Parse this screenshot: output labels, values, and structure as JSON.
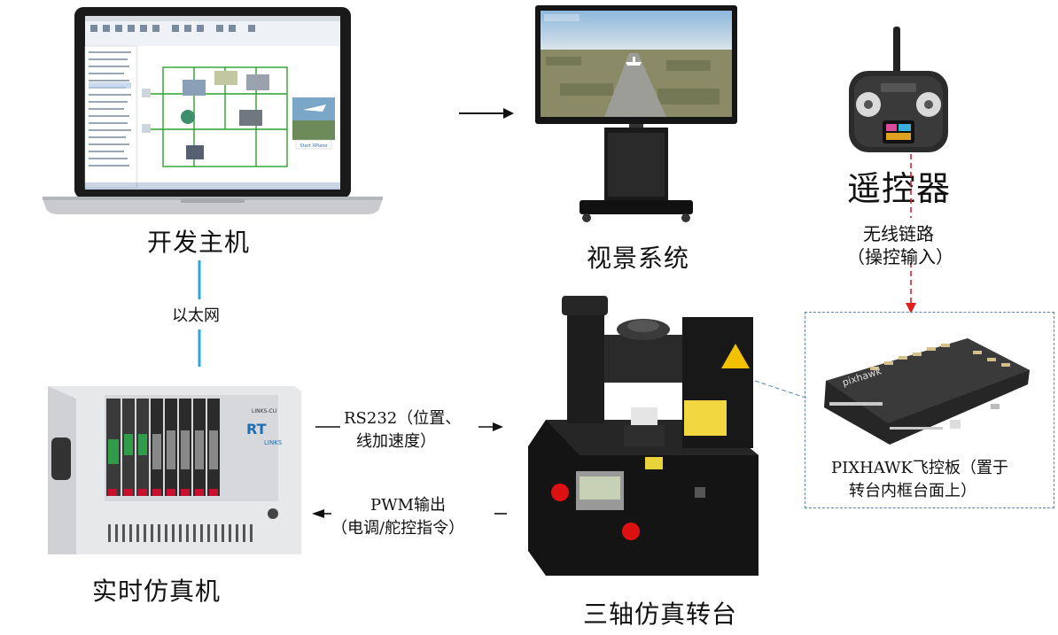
{
  "nodes": {
    "dev_host": {
      "label": "开发主机"
    },
    "visual_system": {
      "label": "视景系统"
    },
    "remote_controller": {
      "label": "遥控器"
    },
    "realtime_sim": {
      "label": "实时仿真机",
      "panel_brand": "LINKS",
      "panel_model": "LINKS-CU"
    },
    "turntable": {
      "label": "三轴仿真转台"
    },
    "pixhawk": {
      "label_line1": "PIXHAWK飞控板（置于",
      "label_line2": "转台内框台面上）",
      "board_text": "pixhawk"
    }
  },
  "links": {
    "ethernet": {
      "label": "以太网"
    },
    "wireless": {
      "label_line1": "无线链路",
      "label_line2": "（操控输入）"
    },
    "rs232": {
      "label_line1": "RS232（位置、",
      "label_line2": "线加速度）"
    },
    "pwm": {
      "label_line1": "PWM输出",
      "label_line2": "（电调/舵控指令）"
    }
  },
  "screen_app": {
    "start_button": "Start XPlane"
  },
  "colors": {
    "ethernet_line": "#29a8dc",
    "wireless_line": "#e11d1d",
    "pixhawk_box": "#5b83b3",
    "arrow": "#111111",
    "diagram_green": "#2ca02c"
  }
}
